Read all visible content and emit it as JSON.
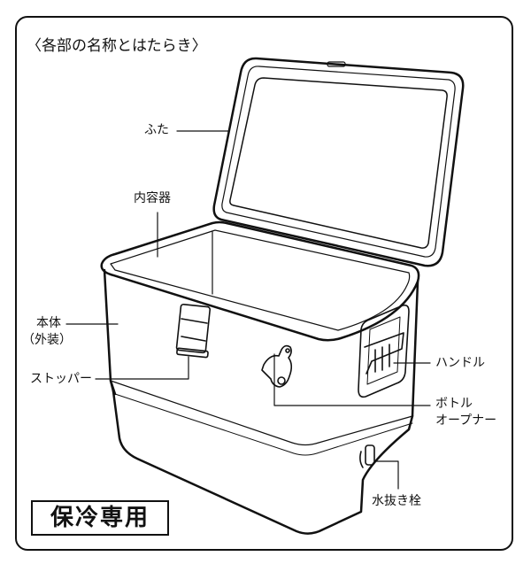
{
  "title": "〈各部の名称とはたらき〉",
  "labels": {
    "lid": "ふた",
    "inner_container": "内容器",
    "body_line1": "本体",
    "body_line2": "（外装）",
    "stopper": "ストッパー",
    "handle": "ハンドル",
    "bottle_opener_line1": "ボトル",
    "bottle_opener_line2": "オープナー",
    "drain_plug": "水抜き栓"
  },
  "stamp": "保冷専用"
}
